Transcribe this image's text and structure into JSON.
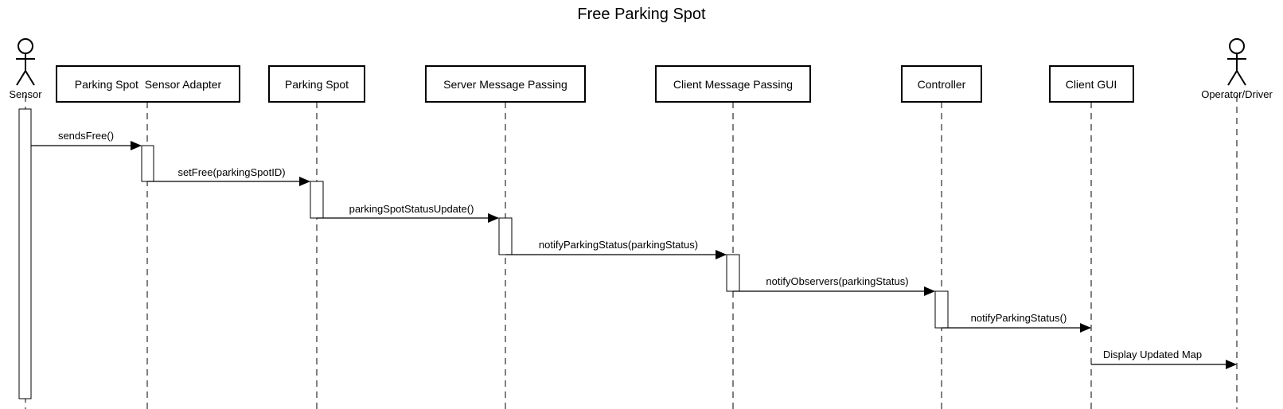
{
  "title": "Free Parking Spot",
  "actors": [
    {
      "id": "sensor",
      "label": "Sensor"
    },
    {
      "id": "operator",
      "label": "Operator/Driver"
    }
  ],
  "participants": [
    {
      "id": "adapter",
      "label": "Parking Spot  Sensor Adapter"
    },
    {
      "id": "spot",
      "label": "Parking Spot"
    },
    {
      "id": "server",
      "label": "Server Message Passing"
    },
    {
      "id": "client",
      "label": "Client Message Passing"
    },
    {
      "id": "controller",
      "label": "Controller"
    },
    {
      "id": "gui",
      "label": "Client GUI"
    }
  ],
  "messages": [
    {
      "from": "sensor",
      "to": "adapter",
      "label": "sendsFree()"
    },
    {
      "from": "adapter",
      "to": "spot",
      "label": "setFree(parkingSpotID)"
    },
    {
      "from": "spot",
      "to": "server",
      "label": "parkingSpotStatusUpdate()"
    },
    {
      "from": "server",
      "to": "client",
      "label": "notifyParkingStatus(parkingStatus)"
    },
    {
      "from": "client",
      "to": "controller",
      "label": "notifyObservers(parkingStatus)"
    },
    {
      "from": "controller",
      "to": "gui",
      "label": "notifyParkingStatus()"
    },
    {
      "from": "gui",
      "to": "operator",
      "label": "Display Updated Map"
    }
  ]
}
